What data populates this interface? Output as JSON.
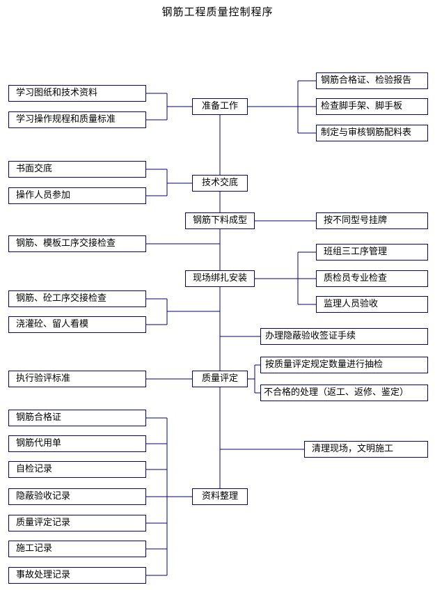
{
  "title": "钢筋工程质量控制程序",
  "line_color": "#000080",
  "main": {
    "prep": "准备工作",
    "tech": "技术交底",
    "cut": "钢筋下料成型",
    "install": "现场绑扎安装",
    "eval": "质量评定",
    "docs": "资料整理"
  },
  "left": {
    "study_drawings": "学习图纸和技术资料",
    "study_rules": "学习操作规程和质量标准",
    "written": "书面交底",
    "operators": "操作人员参加",
    "rebar_form": "钢筋、模板工序交接检查",
    "rebar_conc": "钢筋、砼工序交接检查",
    "pour": "浇灌砼、留人看模",
    "standard": "执行验评标准",
    "cert": "钢筋合格证",
    "substitute": "钢筋代用单",
    "self_check": "自检记录",
    "hidden_rec": "隐蔽验收记录",
    "quality_rec": "质量评定记录",
    "construction_rec": "施工记录",
    "accident_rec": "事故处理记录"
  },
  "right": {
    "cert_report": "钢筋合格证、检验报告",
    "scaffold": "检查脚手架、脚手板",
    "schedule": "制定与审核钢筋配料表",
    "tag": "按不同型号挂牌",
    "three_proc": "班组三工序管理",
    "inspector": "质检员专业检查",
    "supervisor": "监理人员验收",
    "hidden_sign": "办理隐蔽验收签证手续",
    "sampling": "按质量评定规定数量进行抽检",
    "nonconform": "不合格的处理（返工、返修、鉴定）",
    "cleanup": "清理现场，文明施工"
  }
}
